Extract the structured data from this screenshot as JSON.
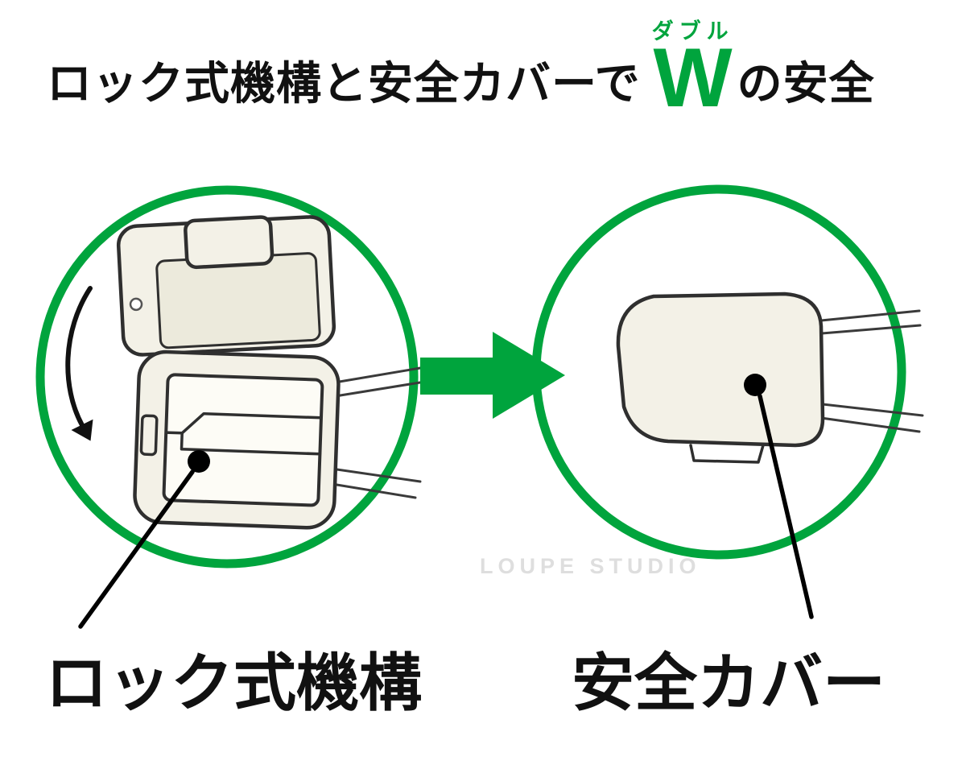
{
  "title": {
    "main": "ロック式機構と安全カバーで",
    "w_ruby": "ダブル",
    "w_letter": "W",
    "suffix": "の安全"
  },
  "callouts": {
    "left_label": "ロック式機構",
    "right_label": "安全カバー"
  },
  "watermark": "LOUPE STUDIO",
  "icons": {
    "flow_arrow": "right-arrow-icon",
    "close_motion": "curved-down-arrow-icon"
  },
  "colors": {
    "green": "#00a43d",
    "ink": "#111111",
    "outline": "#2f2f2f",
    "device-fill": "#f3f1e7",
    "device-inner": "#eceadc",
    "cable": "#3a3a3a",
    "watermark": "#dedede"
  }
}
